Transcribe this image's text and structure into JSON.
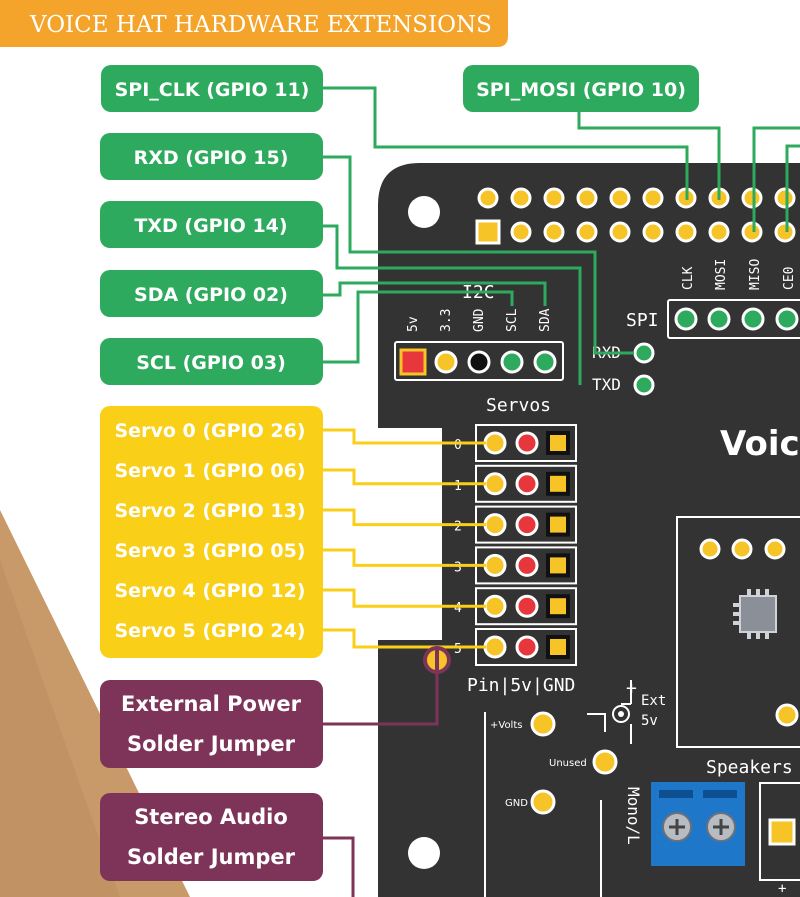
{
  "header": {
    "title": "VOICE HAT HARDWARE EXTENSIONS"
  },
  "labels": {
    "spi_clk": "SPI_CLK (GPIO 11)",
    "spi_mosi": "SPI_MOSI (GPIO 10)",
    "rxd": "RXD (GPIO 15)",
    "txd": "TXD (GPIO 14)",
    "sda": "SDA (GPIO 02)",
    "scl": "SCL (GPIO 03)",
    "servos": [
      "Servo 0 (GPIO 26)",
      "Servo 1 (GPIO 06)",
      "Servo 2 (GPIO 13)",
      "Servo 3 (GPIO 05)",
      "Servo 4 (GPIO 12)",
      "Servo 5 (GPIO 24)"
    ],
    "ext_power": [
      "External Power",
      "Solder Jumper"
    ],
    "stereo_audio": [
      "Stereo Audio",
      "Solder Jumper"
    ]
  },
  "board": {
    "spi_pins": [
      "CLK",
      "MOSI",
      "MISO",
      "CE0"
    ],
    "spi_label": "SPI",
    "i2c_label": "I2C",
    "i2c_pins": [
      "5v",
      "3.3",
      "GND",
      "SCL",
      "SDA"
    ],
    "rxd": "RXD",
    "txd": "TXD",
    "servos_title": "Servos",
    "servo_numbers": [
      "0",
      "1",
      "2",
      "3",
      "4",
      "5"
    ],
    "servo_footer": "Pin|5v|GND",
    "brand": "Voice",
    "ext": "Ext",
    "ext_5v": "5v",
    "plus": "+",
    "volts": "+Volts",
    "unused": "Unused",
    "gnd": "GND",
    "mono": "Mono/L",
    "speakers": "Speakers",
    "speaker_plus": "+"
  },
  "colors": {
    "header": "#f4a42a",
    "green": "#2eaa5e",
    "yellow": "#f9cf17",
    "maroon": "#7d3458",
    "board": "#333333",
    "pad": "#f6c427",
    "pad_green": "#2eaa5e",
    "pad_red": "#e8373c",
    "cork": "#c89a6a"
  }
}
